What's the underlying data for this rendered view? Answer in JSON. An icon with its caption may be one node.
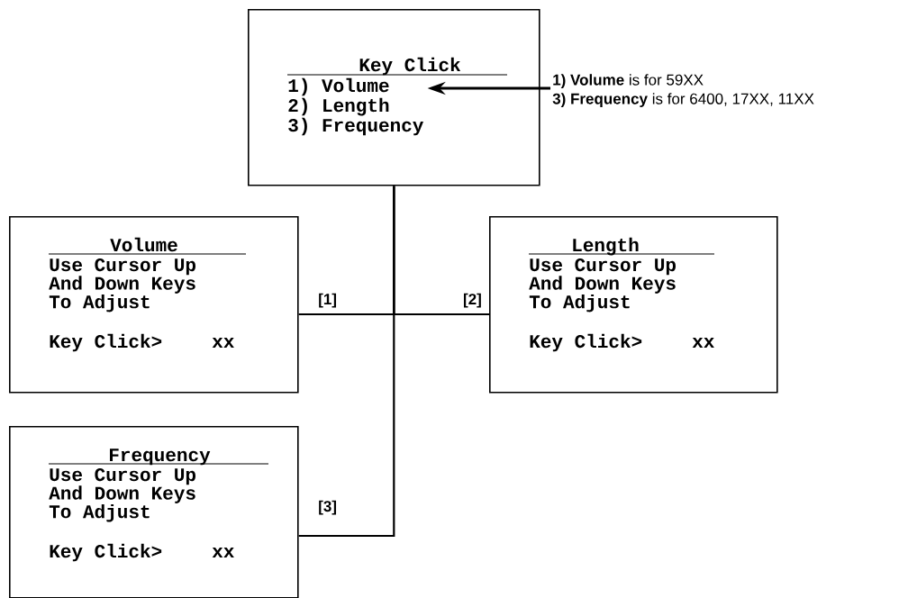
{
  "diagram": {
    "nodes": [
      {
        "text": [
          "Key Click",
          "1) Volume",
          "2) Length",
          "3) Frequency"
        ]
      },
      {
        "text": [
          "**1) Volume** is for 59XX",
          "**3) Frequency** is for 6400, 17XX, 11XX"
        ]
      },
      {
        "text": [
          "Volume",
          "Use Cursor Up And Down Keys To Adjust",
          "Key Click>",
          "xx"
        ]
      },
      {
        "text": [
          "Length",
          "Use Cursor Up And Down Keys To Adjust",
          "Key Click>",
          "xx"
        ]
      },
      {
        "text": [
          "Frequency",
          "Use Cursor Up And Down Keys To Adjust",
          "Key Click>",
          "xx"
        ]
      }
    ],
    "edges": [
      {
        "from": 1,
        "to": 0,
        "arrow": "to"
      },
      {
        "from": 0,
        "to": 2,
        "arrow": "none",
        "label": "[1]"
      },
      {
        "from": 0,
        "to": 3,
        "arrow": "none",
        "label": "[2]"
      },
      {
        "from": 0,
        "to": 4,
        "arrow": "none",
        "label": "[3]"
      }
    ]
  }
}
